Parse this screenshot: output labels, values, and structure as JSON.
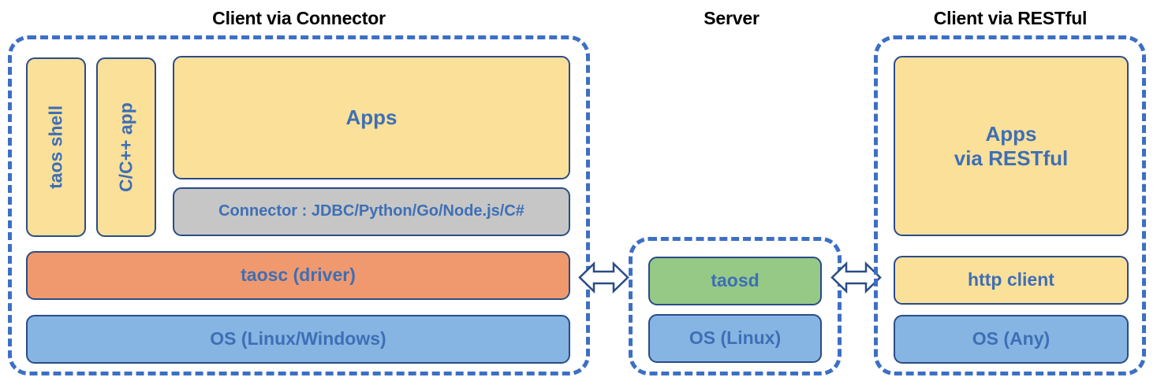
{
  "diagram": {
    "title_connector": "Client via Connector",
    "title_server": "Server",
    "title_restful": "Client via RESTful",
    "colors": {
      "dashed_border": "#3D6FC4",
      "box_border": "#2A4C86",
      "label_text": "#3E6FB5",
      "title_text": "#000000",
      "yellow": "#FBE09A",
      "gray": "#C6C6C6",
      "orange": "#F0996E",
      "blue": "#86B5E3",
      "green": "#96C986",
      "background": "#FFFFFF"
    }
  },
  "client_connector": {
    "taos_shell": "taos shell",
    "cpp_app": "C/C++ app",
    "apps": "Apps",
    "connector": "Connector : JDBC/Python/Go/Node.js/C#",
    "taosc": "taosc (driver)",
    "os": "OS (Linux/Windows)"
  },
  "server": {
    "taosd": "taosd",
    "os": "OS (Linux)"
  },
  "client_restful": {
    "apps_line1": "Apps",
    "apps_line2": "via RESTful",
    "http_client": "http client",
    "os": "OS (Any)"
  },
  "arrows": {
    "left_arrow_name": "double-headed-arrow",
    "right_arrow_name": "double-headed-arrow"
  }
}
